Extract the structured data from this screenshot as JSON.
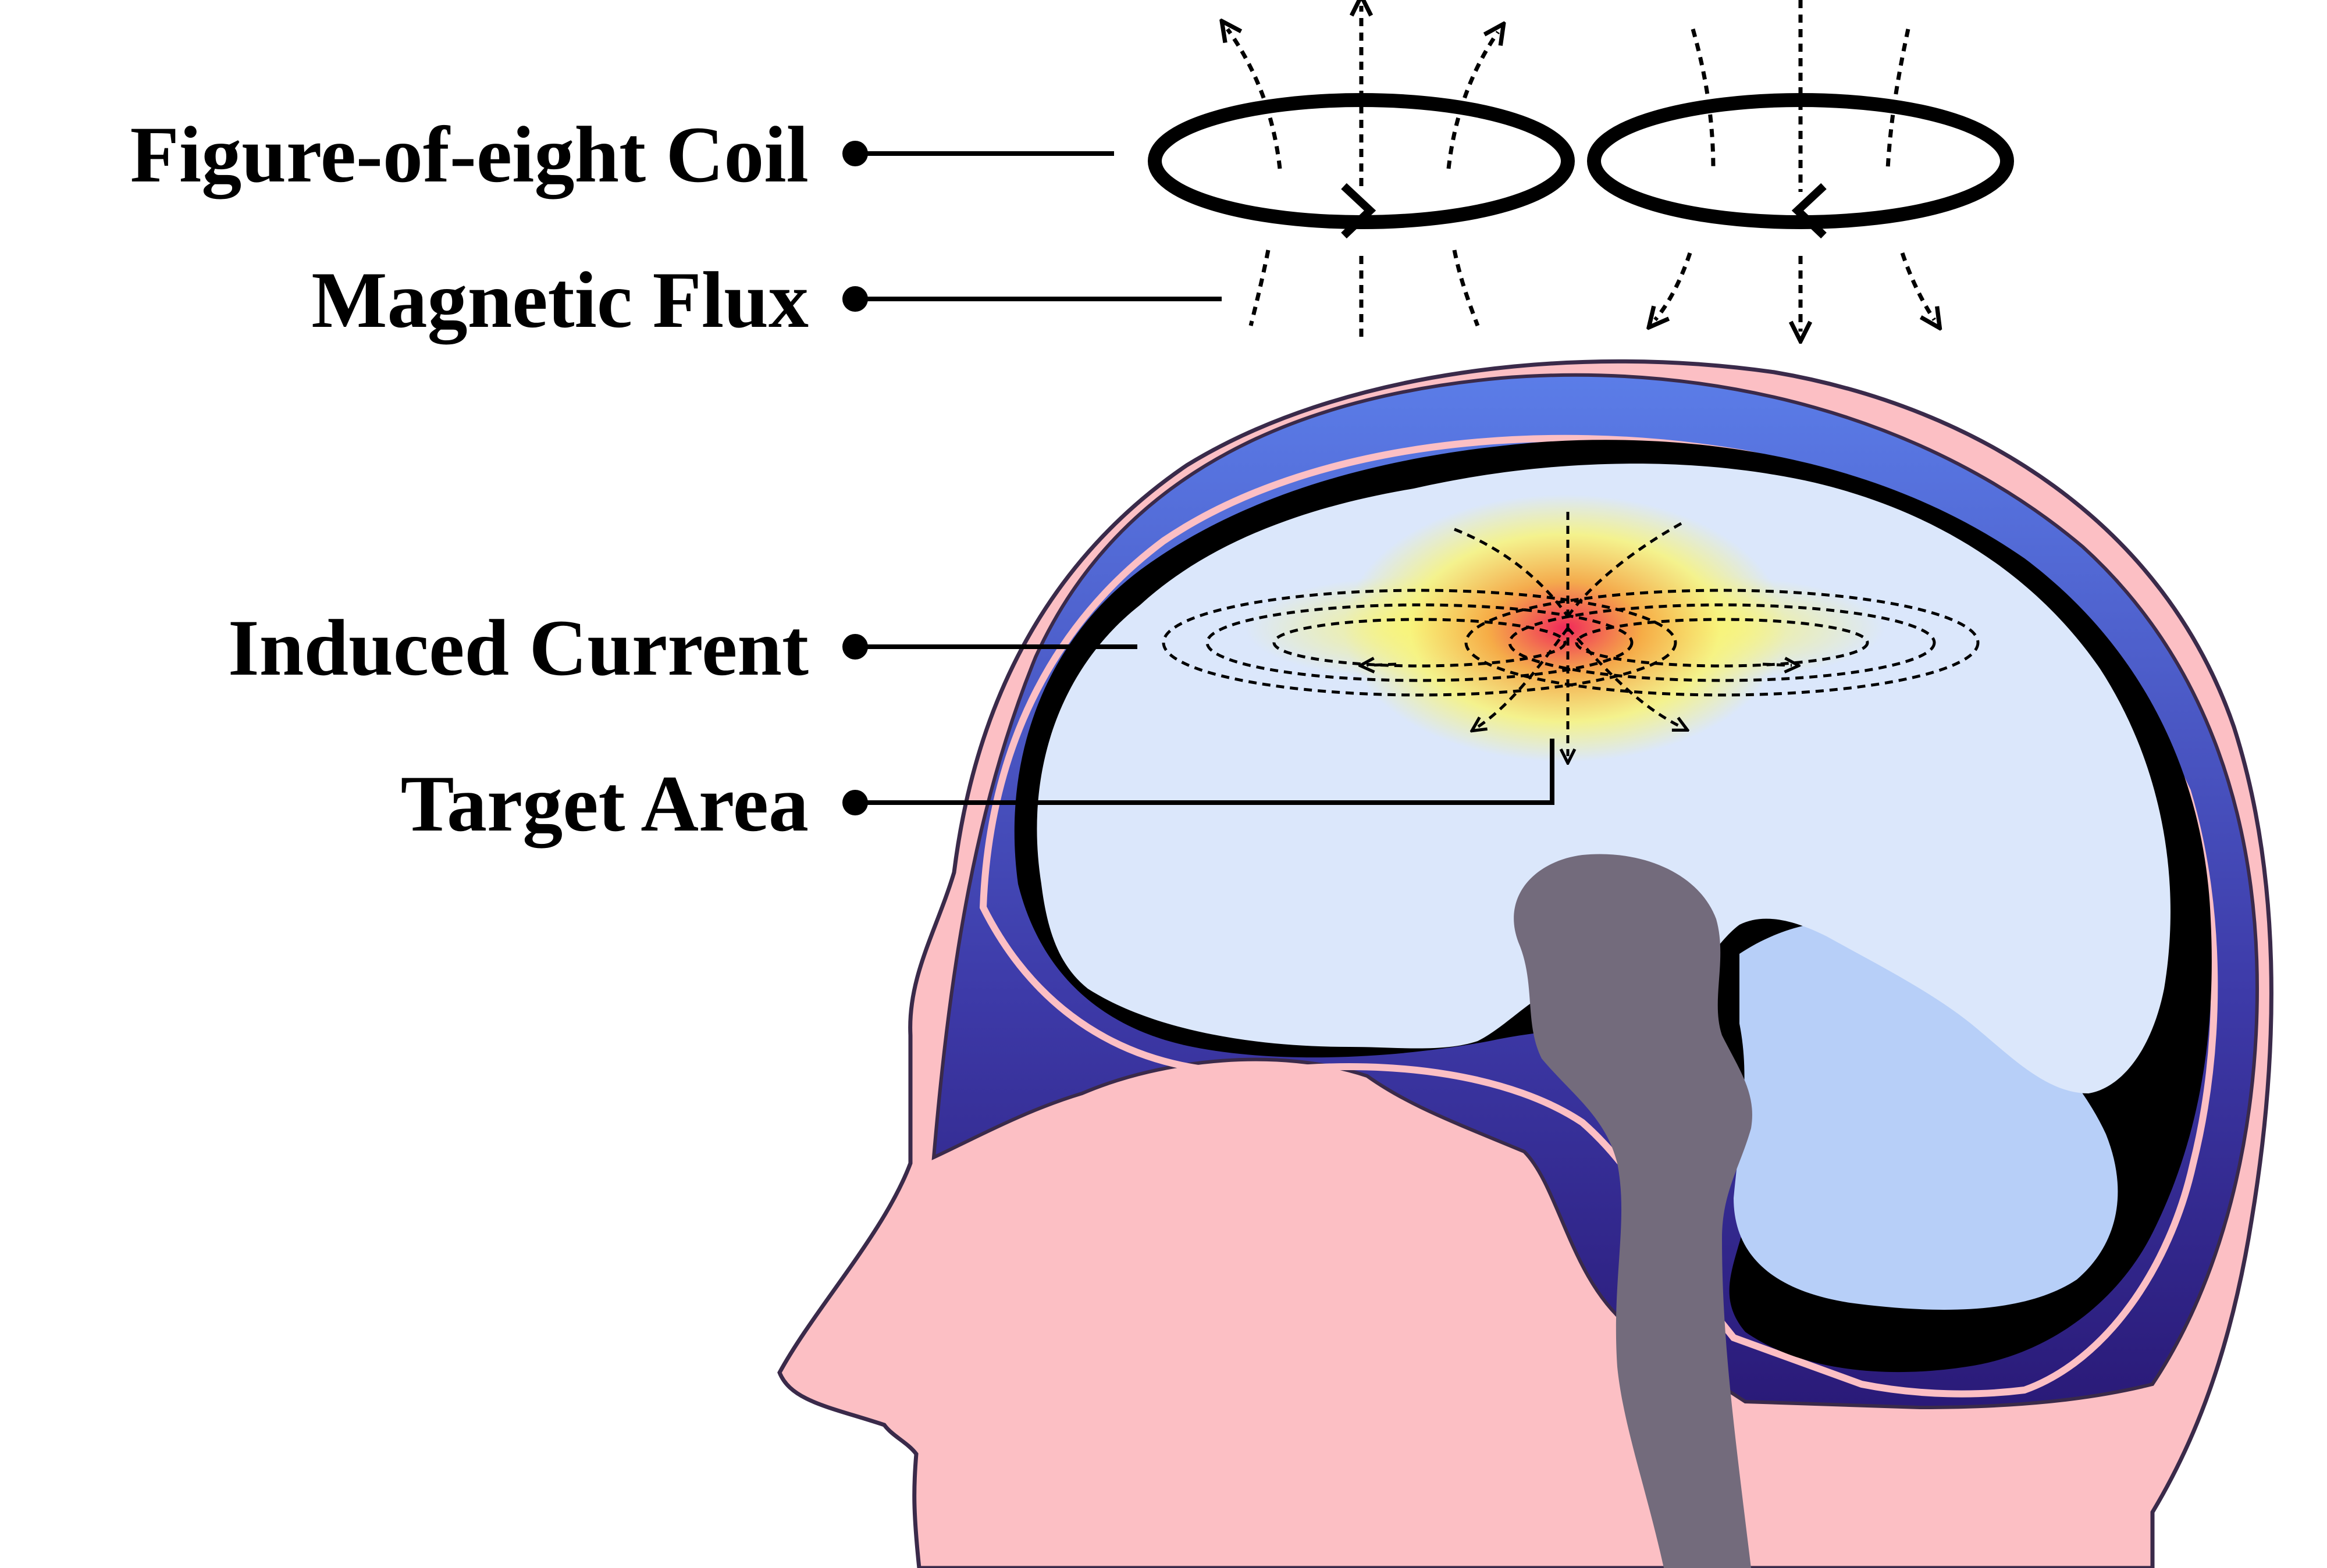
{
  "labels": {
    "coil": "Figure-of-eight Coil",
    "flux": "Magnetic Flux",
    "current": "Induced Current",
    "target": "Target Area"
  },
  "colors": {
    "skin": "#fcbfc4",
    "outline": "#3a2a4a",
    "skull_light": "#5b7de8",
    "skull_dark": "#2a1a78",
    "brain_fill": "#dbe7fb",
    "cerebellum_fill": "#b7cff8",
    "brainstem": "#736b7c",
    "hotspot_core": "#f0285a",
    "hotspot_mid": "#f7a53a",
    "hotspot_outer": "#f8f47a",
    "ink": "#000000"
  },
  "icons": [
    "arrow-icon",
    "coil-loop-icon",
    "bullet-dot-icon"
  ]
}
